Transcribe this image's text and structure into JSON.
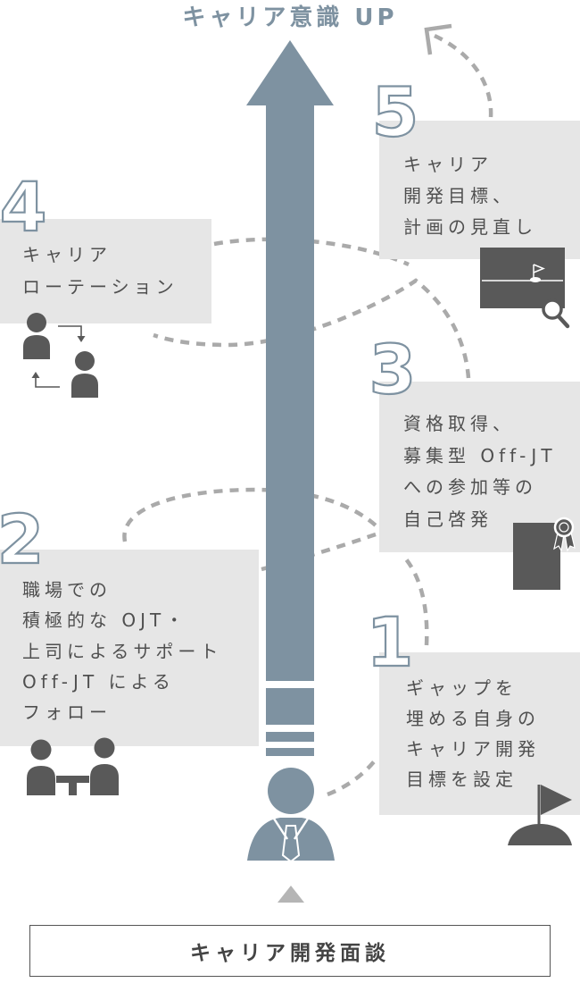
{
  "title": "キャリア意識 UP",
  "steps": [
    {
      "number": "1",
      "lines": [
        "ギャップを",
        "埋める自身の",
        "キャリア開発",
        "目標を設定"
      ],
      "icon": "flag-icon"
    },
    {
      "number": "2",
      "lines": [
        "職場での",
        "積極的な OJT・",
        "上司によるサポート",
        "Off-JT による",
        "フォロー"
      ],
      "icon": "meeting-icon"
    },
    {
      "number": "3",
      "lines": [
        "資格取得、",
        "募集型 Off-JT",
        "への参加等の",
        "自己啓発"
      ],
      "icon": "certificate-icon"
    },
    {
      "number": "4",
      "lines": [
        "キャリア",
        "ローテーション"
      ],
      "icon": "job-rotation-icon"
    },
    {
      "number": "5",
      "lines": [
        "キャリア",
        "開発目標、",
        "計画の見直し"
      ],
      "icon": "goal-review-icon"
    }
  ],
  "base_label": "キャリア開発面談",
  "icons": {
    "main_arrow": "up-arrow-icon",
    "person": "employee-icon",
    "start_marker": "triangle-up-icon",
    "flow_end": "chevron-arrow-icon"
  },
  "colors": {
    "accent": "#7e92a1",
    "box": "#e6e6e6",
    "text": "#4f4f4f",
    "dash": "#aaaaaa",
    "icon": "#595959",
    "marker": "#b5b5b5",
    "border": "#555555"
  }
}
